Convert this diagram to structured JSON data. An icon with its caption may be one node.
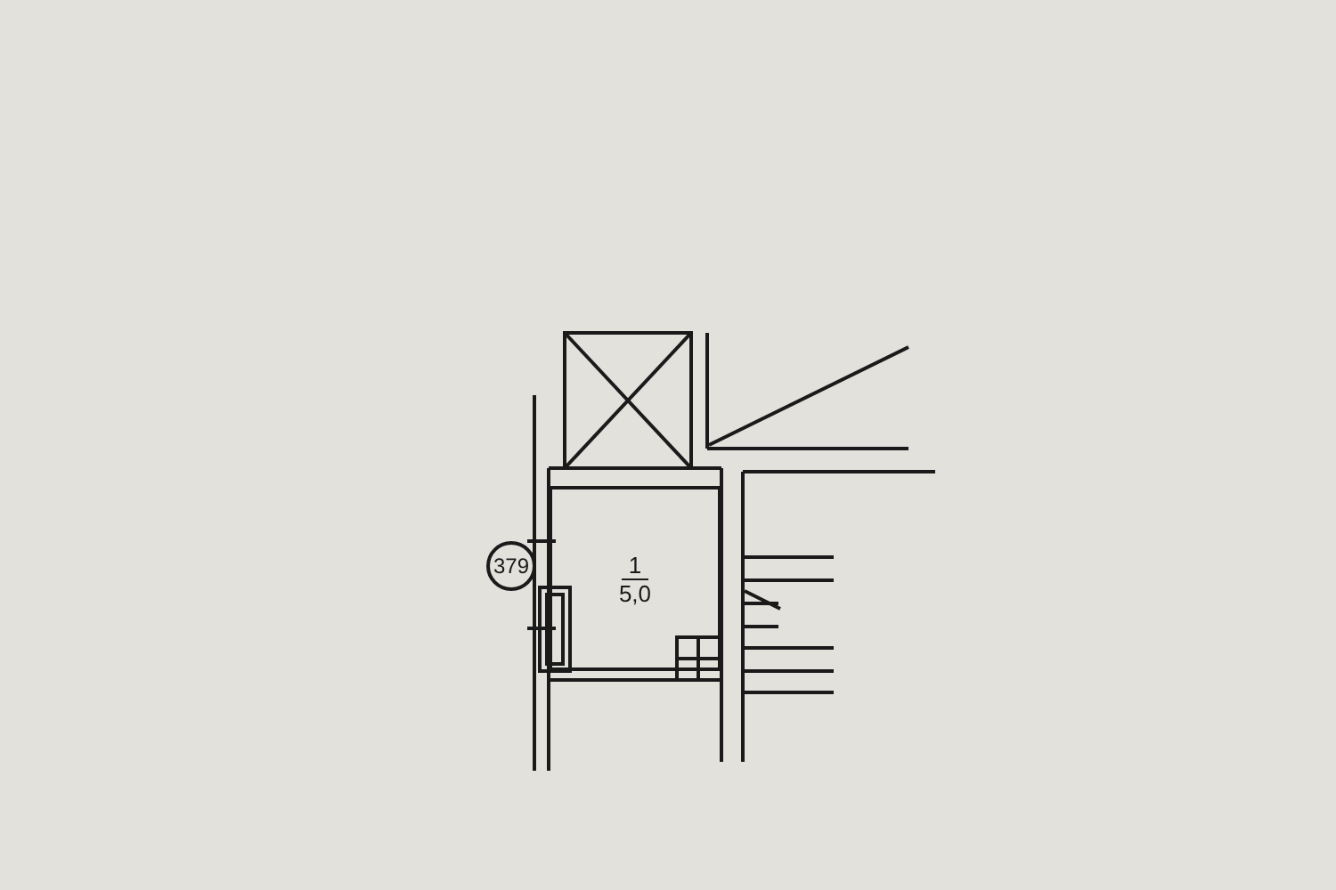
{
  "diagram": {
    "nodes": [
      {
        "text": [
          "1",
          "5,0"
        ]
      },
      {
        "text": [
          "379"
        ]
      }
    ]
  }
}
